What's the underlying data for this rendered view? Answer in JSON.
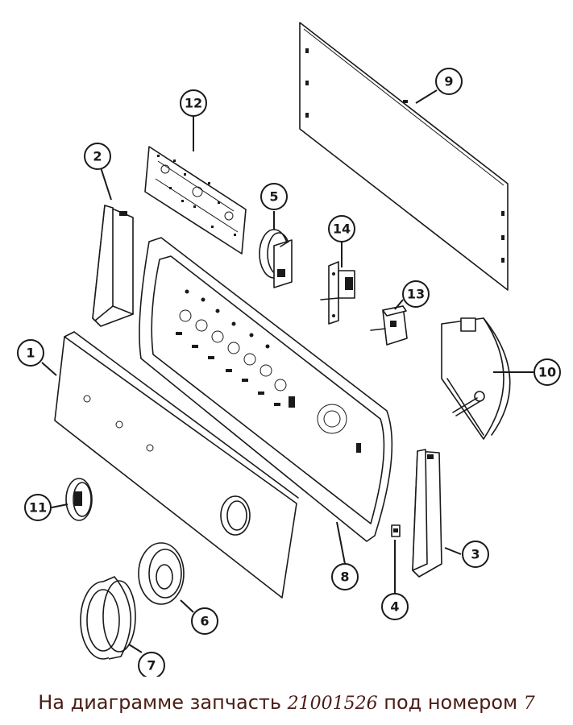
{
  "callouts": [
    {
      "id": "1",
      "label": "1"
    },
    {
      "id": "2",
      "label": "2"
    },
    {
      "id": "3",
      "label": "3"
    },
    {
      "id": "4",
      "label": "4"
    },
    {
      "id": "5",
      "label": "5"
    },
    {
      "id": "6",
      "label": "6"
    },
    {
      "id": "7",
      "label": "7"
    },
    {
      "id": "8",
      "label": "8"
    },
    {
      "id": "9",
      "label": "9"
    },
    {
      "id": "10",
      "label": "10"
    },
    {
      "id": "11",
      "label": "11"
    },
    {
      "id": "12",
      "label": "12"
    },
    {
      "id": "13",
      "label": "13"
    },
    {
      "id": "14",
      "label": "14"
    }
  ],
  "caption": {
    "prefix": "На диаграмме запчасть ",
    "part_number": "21001526",
    "middle": " под номером ",
    "item_number": "7"
  },
  "colors": {
    "line": "#1a1a1a",
    "caption_text": "#4a1c16",
    "background": "#ffffff"
  }
}
